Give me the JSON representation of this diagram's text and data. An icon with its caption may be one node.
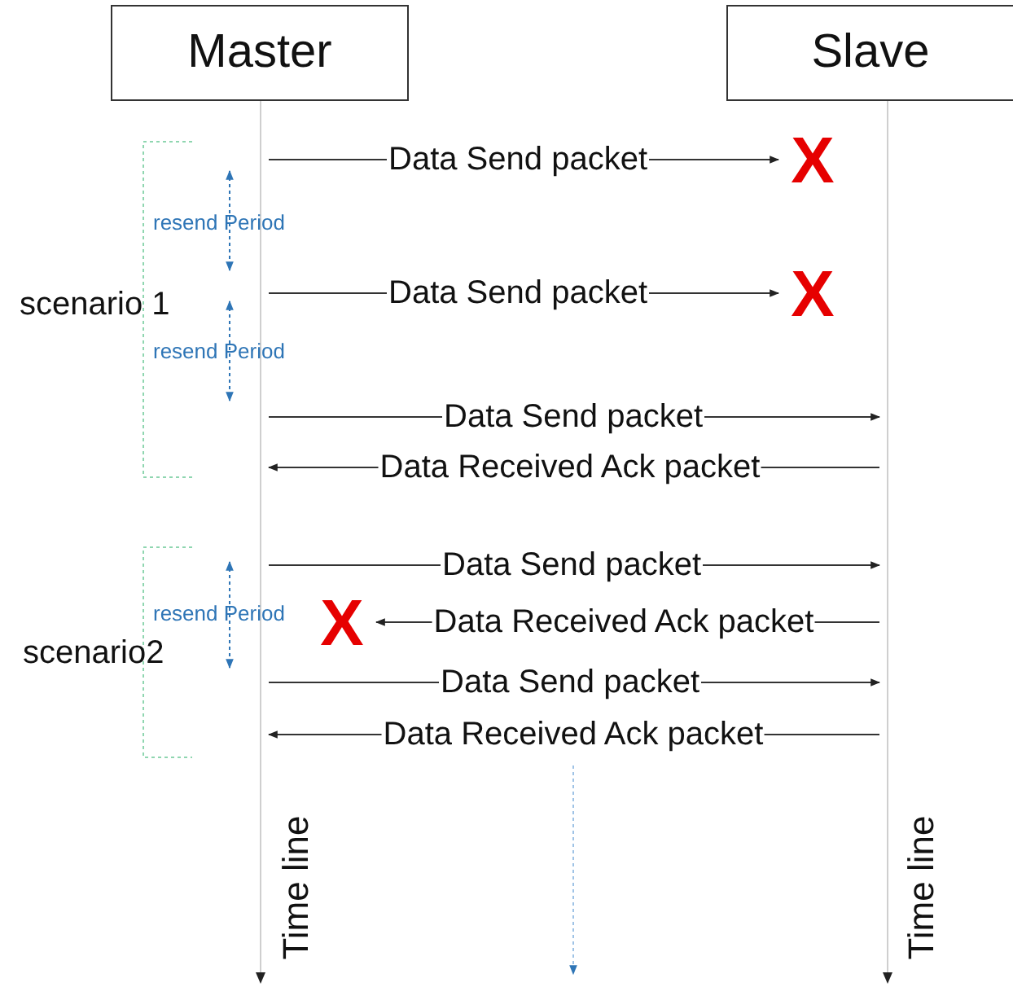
{
  "diagram": {
    "nodes": [
      {
        "text": [
          "Master"
        ]
      },
      {
        "text": [
          "Slave"
        ]
      },
      {
        "text": [],
        "shape": "line",
        "beside": [
          "Time line"
        ]
      },
      {
        "text": [],
        "shape": "line",
        "beside": [
          "Time line"
        ]
      },
      {
        "text": [
          "X"
        ]
      },
      {
        "text": [
          "X"
        ]
      },
      {
        "text": [
          "X"
        ]
      }
    ],
    "edges": [
      {
        "from": 2,
        "to": 4,
        "arrow": "to",
        "label": "Data Send packet"
      },
      {
        "from": 2,
        "to": 5,
        "arrow": "to",
        "label": "Data Send packet"
      },
      {
        "from": 2,
        "to": 3,
        "arrow": "to",
        "label": "Data Send packet"
      },
      {
        "from": 3,
        "to": 2,
        "arrow": "to",
        "label": "Data Received Ack packet"
      },
      {
        "from": 2,
        "to": 3,
        "arrow": "to",
        "label": "Data Send packet"
      },
      {
        "from": 3,
        "to": 6,
        "arrow": "to",
        "label": "Data Received Ack packet"
      },
      {
        "from": 2,
        "to": 3,
        "arrow": "to",
        "label": "Data Send packet"
      },
      {
        "from": 3,
        "to": 2,
        "arrow": "to",
        "label": "Data Received Ack packet"
      }
    ],
    "labels": [
      "resend Period",
      "scenario 1",
      "resend Period",
      "resend Period",
      "scenario2"
    ]
  }
}
